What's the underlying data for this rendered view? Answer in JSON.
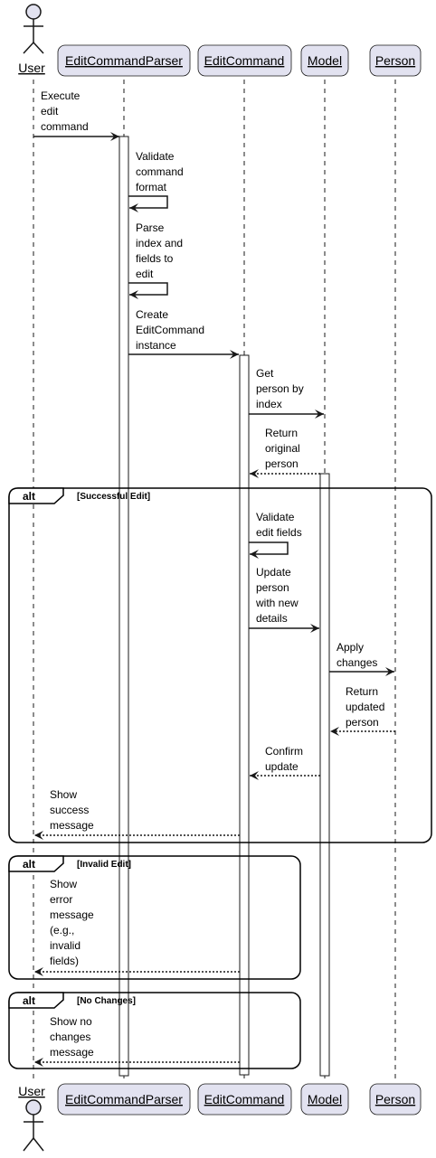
{
  "participants": {
    "user": "User",
    "parser": "EditCommandParser",
    "command": "EditCommand",
    "model": "Model",
    "person": "Person"
  },
  "messages": {
    "m1": [
      "Execute",
      "edit",
      "command"
    ],
    "m2": [
      "Validate",
      "command",
      "format"
    ],
    "m3": [
      "Parse",
      "index and",
      "fields to",
      "edit"
    ],
    "m4": [
      "Create",
      "EditCommand",
      "instance"
    ],
    "m5": [
      "Get",
      "person by",
      "index"
    ],
    "m6": [
      "Return",
      "original",
      "person"
    ],
    "m7": [
      "Validate",
      "edit fields"
    ],
    "m8": [
      "Update",
      "person",
      "with new",
      "details"
    ],
    "m9": [
      "Apply",
      "changes"
    ],
    "m10": [
      "Return",
      "updated",
      "person"
    ],
    "m11": [
      "Confirm",
      "update"
    ],
    "m12": [
      "Show",
      "success",
      "message"
    ],
    "m13": [
      "Show",
      "error",
      "message",
      "(e.g.,",
      "invalid",
      "fields)"
    ],
    "m14": [
      "Show no",
      "changes",
      "message"
    ]
  },
  "fragments": {
    "f1": {
      "keyword": "alt",
      "guard": "[Successful Edit]"
    },
    "f2": {
      "keyword": "alt",
      "guard": "[Invalid Edit]"
    },
    "f3": {
      "keyword": "alt",
      "guard": "[No Changes]"
    }
  },
  "colors": {
    "participant_fill": "#E2E2F0",
    "participant_stroke": "#181818",
    "lifeline": "#181818",
    "arrow": "#181818"
  }
}
